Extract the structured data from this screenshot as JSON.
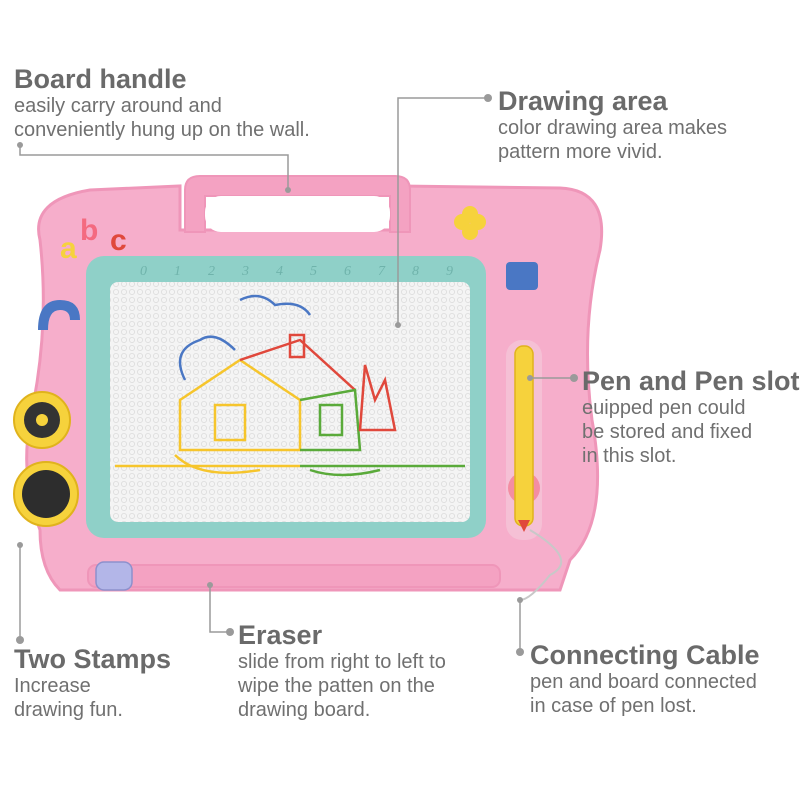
{
  "callouts": {
    "board_handle": {
      "title": "Board handle",
      "lines": [
        "easily carry around and",
        "conveniently hung up on the wall."
      ]
    },
    "drawing_area": {
      "title": "Drawing area",
      "lines": [
        "color drawing area makes",
        "pattern more vivid."
      ]
    },
    "pen_slot": {
      "title": "Pen and Pen slot",
      "lines": [
        "euipped pen could",
        "be stored and fixed",
        "in this slot."
      ]
    },
    "two_stamps": {
      "title": "Two Stamps",
      "lines": [
        "Increase",
        "drawing fun."
      ]
    },
    "eraser": {
      "title": "Eraser",
      "lines": [
        "slide from right to left to",
        "wipe the patten on the",
        "drawing board."
      ]
    },
    "connecting_cable": {
      "title": "Connecting Cable",
      "lines": [
        "pen and board connected",
        "in case of pen lost."
      ]
    }
  },
  "board": {
    "ruler_digits": [
      "0",
      "1",
      "2",
      "3",
      "4",
      "5",
      "6",
      "7",
      "8",
      "9"
    ],
    "colors": {
      "frame": "#f6aecb",
      "frame_dark": "#ef96b9",
      "bezel": "#8fd0c8",
      "screen": "#f4f4f4",
      "pen": "#f6d23c",
      "leader": "#9a9a9a"
    }
  },
  "icons": [
    "letter-a-icon",
    "letter-b-icon",
    "letter-c-icon",
    "flower-stamp-icon",
    "circle-stamp-icon",
    "clover-icon",
    "blue-block-icon",
    "horseshoe-icon"
  ]
}
